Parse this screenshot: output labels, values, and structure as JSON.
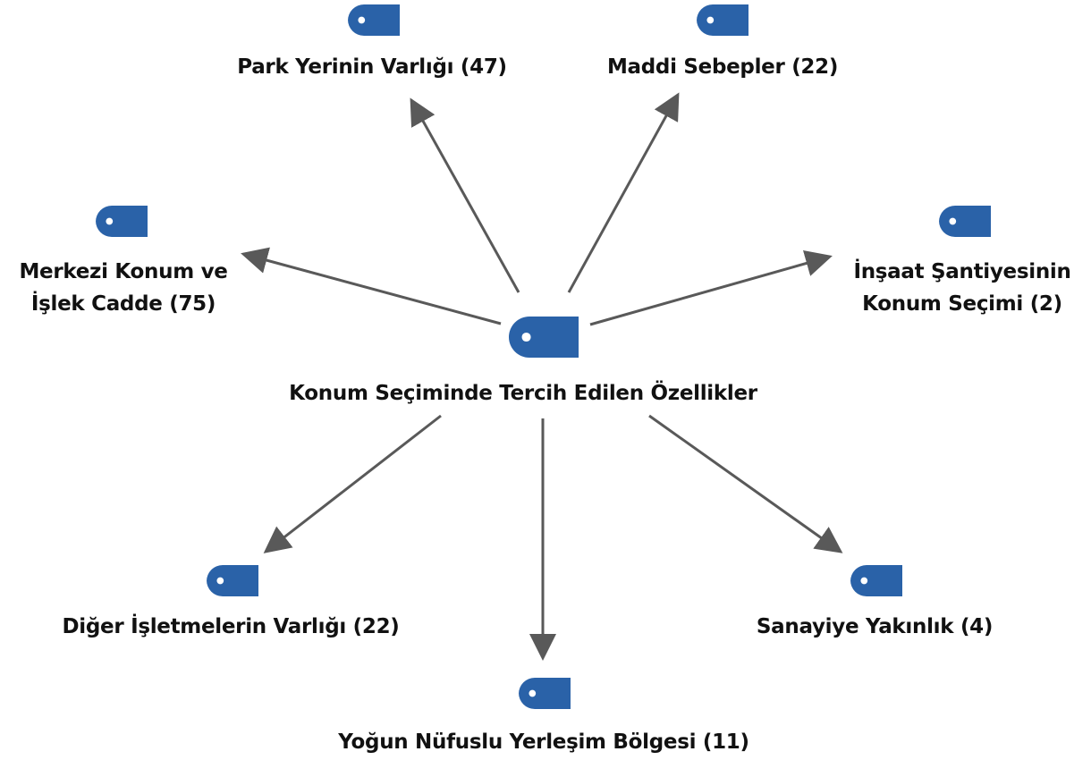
{
  "diagram": {
    "node_color": "#2A62A8",
    "arrow_color": "#595959",
    "nodes": {
      "center": {
        "lines": [
          "Konum Seçiminde Tercih Edilen Özellikler"
        ]
      },
      "park": {
        "lines": [
          "Park Yerinin Varlığı (47)"
        ]
      },
      "maddi": {
        "lines": [
          "Maddi Sebepler (22)"
        ]
      },
      "merkezi": {
        "lines": [
          "Merkezi Konum ve",
          "İşlek Cadde  (75)"
        ]
      },
      "insaat": {
        "lines": [
          "İnşaat Şantiyesinin",
          "Konum Seçimi (2)"
        ]
      },
      "diger": {
        "lines": [
          "Diğer İşletmelerin Varlığı (22)"
        ]
      },
      "yogun": {
        "lines": [
          "Yoğun Nüfuslu Yerleşim Bölgesi (11)"
        ]
      },
      "sanayi": {
        "lines": [
          "Sanayiye Yakınlık (4)"
        ]
      }
    }
  }
}
